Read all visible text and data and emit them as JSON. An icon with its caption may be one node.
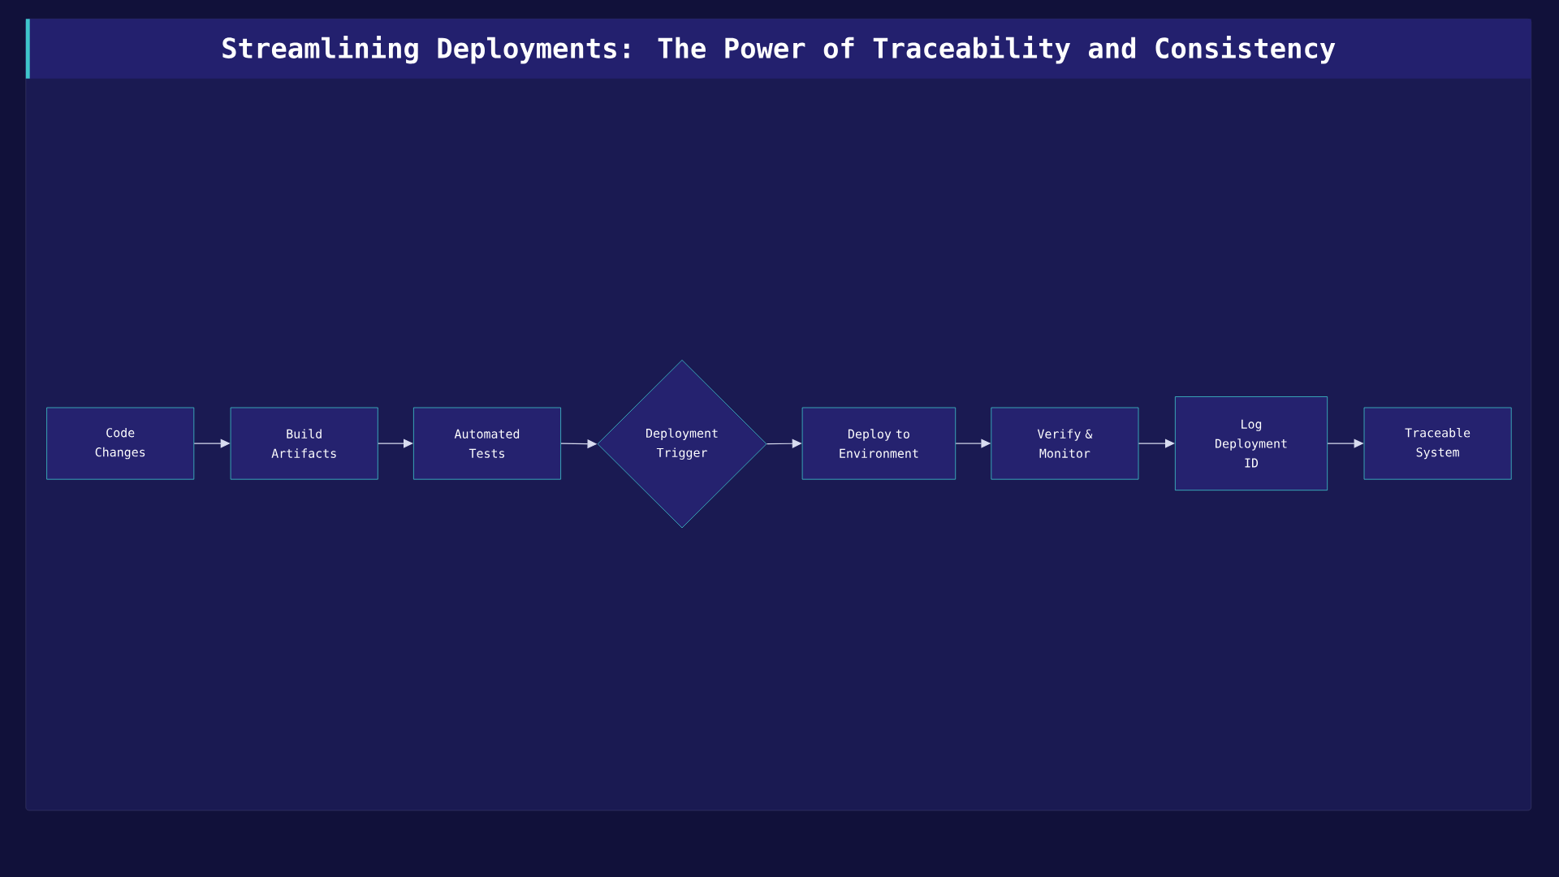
{
  "diagram": {
    "title": "Streamlining Deployments: The Power of Traceability and Consistency",
    "nodes": [
      {
        "text": [
          "Code Changes"
        ]
      },
      {
        "text": [
          "Build Artifacts"
        ]
      },
      {
        "text": [
          "Automated Tests"
        ]
      },
      {
        "text": [
          "Deployment Trigger"
        ]
      },
      {
        "text": [
          "Deploy to Environment"
        ]
      },
      {
        "text": [
          "Verify & Monitor"
        ]
      },
      {
        "text": [
          "Log Deployment ID"
        ]
      },
      {
        "text": [
          "Traceable System"
        ]
      }
    ],
    "edges": [
      {
        "from": 0,
        "to": 1,
        "arrow": "to"
      },
      {
        "from": 1,
        "to": 2,
        "arrow": "to"
      },
      {
        "from": 2,
        "to": 3,
        "arrow": "to"
      },
      {
        "from": 3,
        "to": 4,
        "arrow": "to"
      },
      {
        "from": 4,
        "to": 5,
        "arrow": "to"
      },
      {
        "from": 5,
        "to": 6,
        "arrow": "to"
      },
      {
        "from": 6,
        "to": 7,
        "arrow": "to"
      }
    ]
  }
}
